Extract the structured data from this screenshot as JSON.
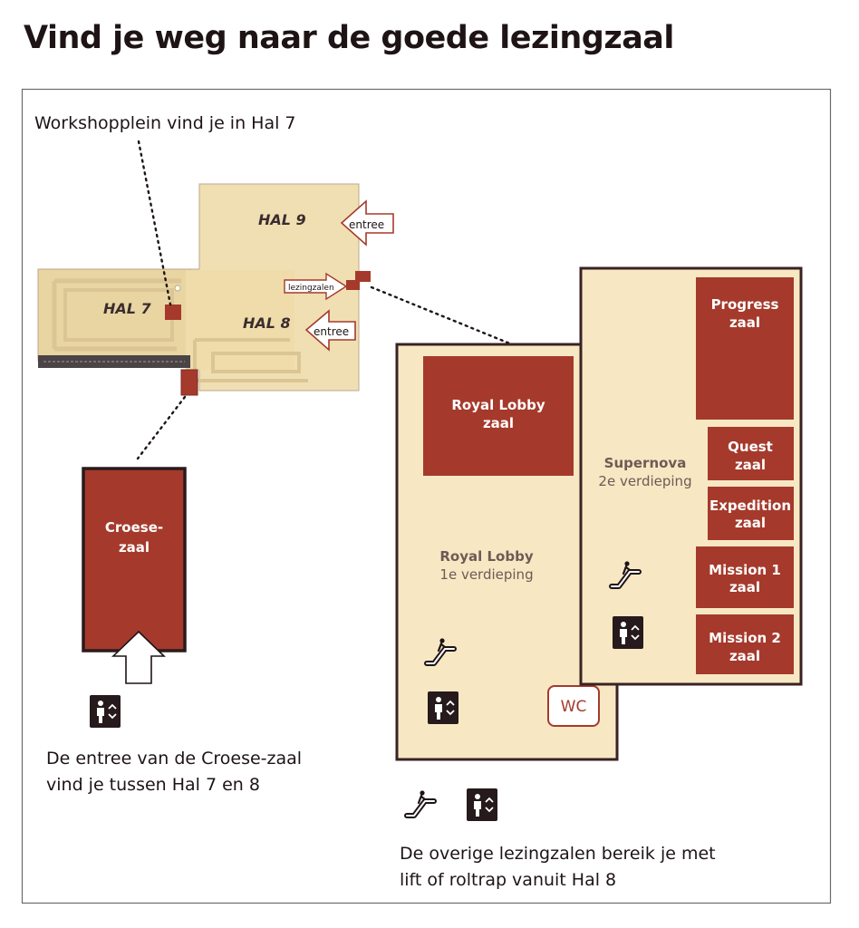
{
  "title": "Vind je weg naar de goede lezingzaal",
  "captions": {
    "workshop": "Workshopplein vind je in Hal 7",
    "croese_line1": "De entree van de Croese-zaal",
    "croese_line2": "vind je tussen Hal 7 en 8",
    "other_line1": "De overige lezingzalen bereik je met",
    "other_line2": "lift of roltrap vanuit Hal 8"
  },
  "halls": {
    "hal7": "HAL 7",
    "hal8": "HAL 8",
    "hal9": "HAL 9",
    "entree": "entree",
    "lezingzalen": "lezingzalen"
  },
  "rooms": {
    "croese_1": "Croese-",
    "croese_2": "zaal",
    "royal_lobby_zaal_1": "Royal Lobby",
    "royal_lobby_zaal_2": "zaal",
    "progress_1": "Progress",
    "progress_2": "zaal",
    "quest_1": "Quest",
    "quest_2": "zaal",
    "expedition_1": "Expedition",
    "expedition_2": "zaal",
    "mission1_1": "Mission 1",
    "mission1_2": "zaal",
    "mission2_1": "Mission 2",
    "mission2_2": "zaal"
  },
  "floors": {
    "royal_lobby_name": "Royal Lobby",
    "royal_lobby_level": "1e verdieping",
    "supernova_name": "Supernova",
    "supernova_level": "2e verdieping",
    "wc": "WC"
  },
  "icons": [
    "escalator-icon",
    "elevator-icon",
    "entrance-arrow-icon"
  ],
  "colors": {
    "room": "#a53a2c",
    "floor": "#f7e8c3",
    "hall": "#f0dfb2",
    "outline": "#3a2225",
    "text": "#1e1416"
  }
}
